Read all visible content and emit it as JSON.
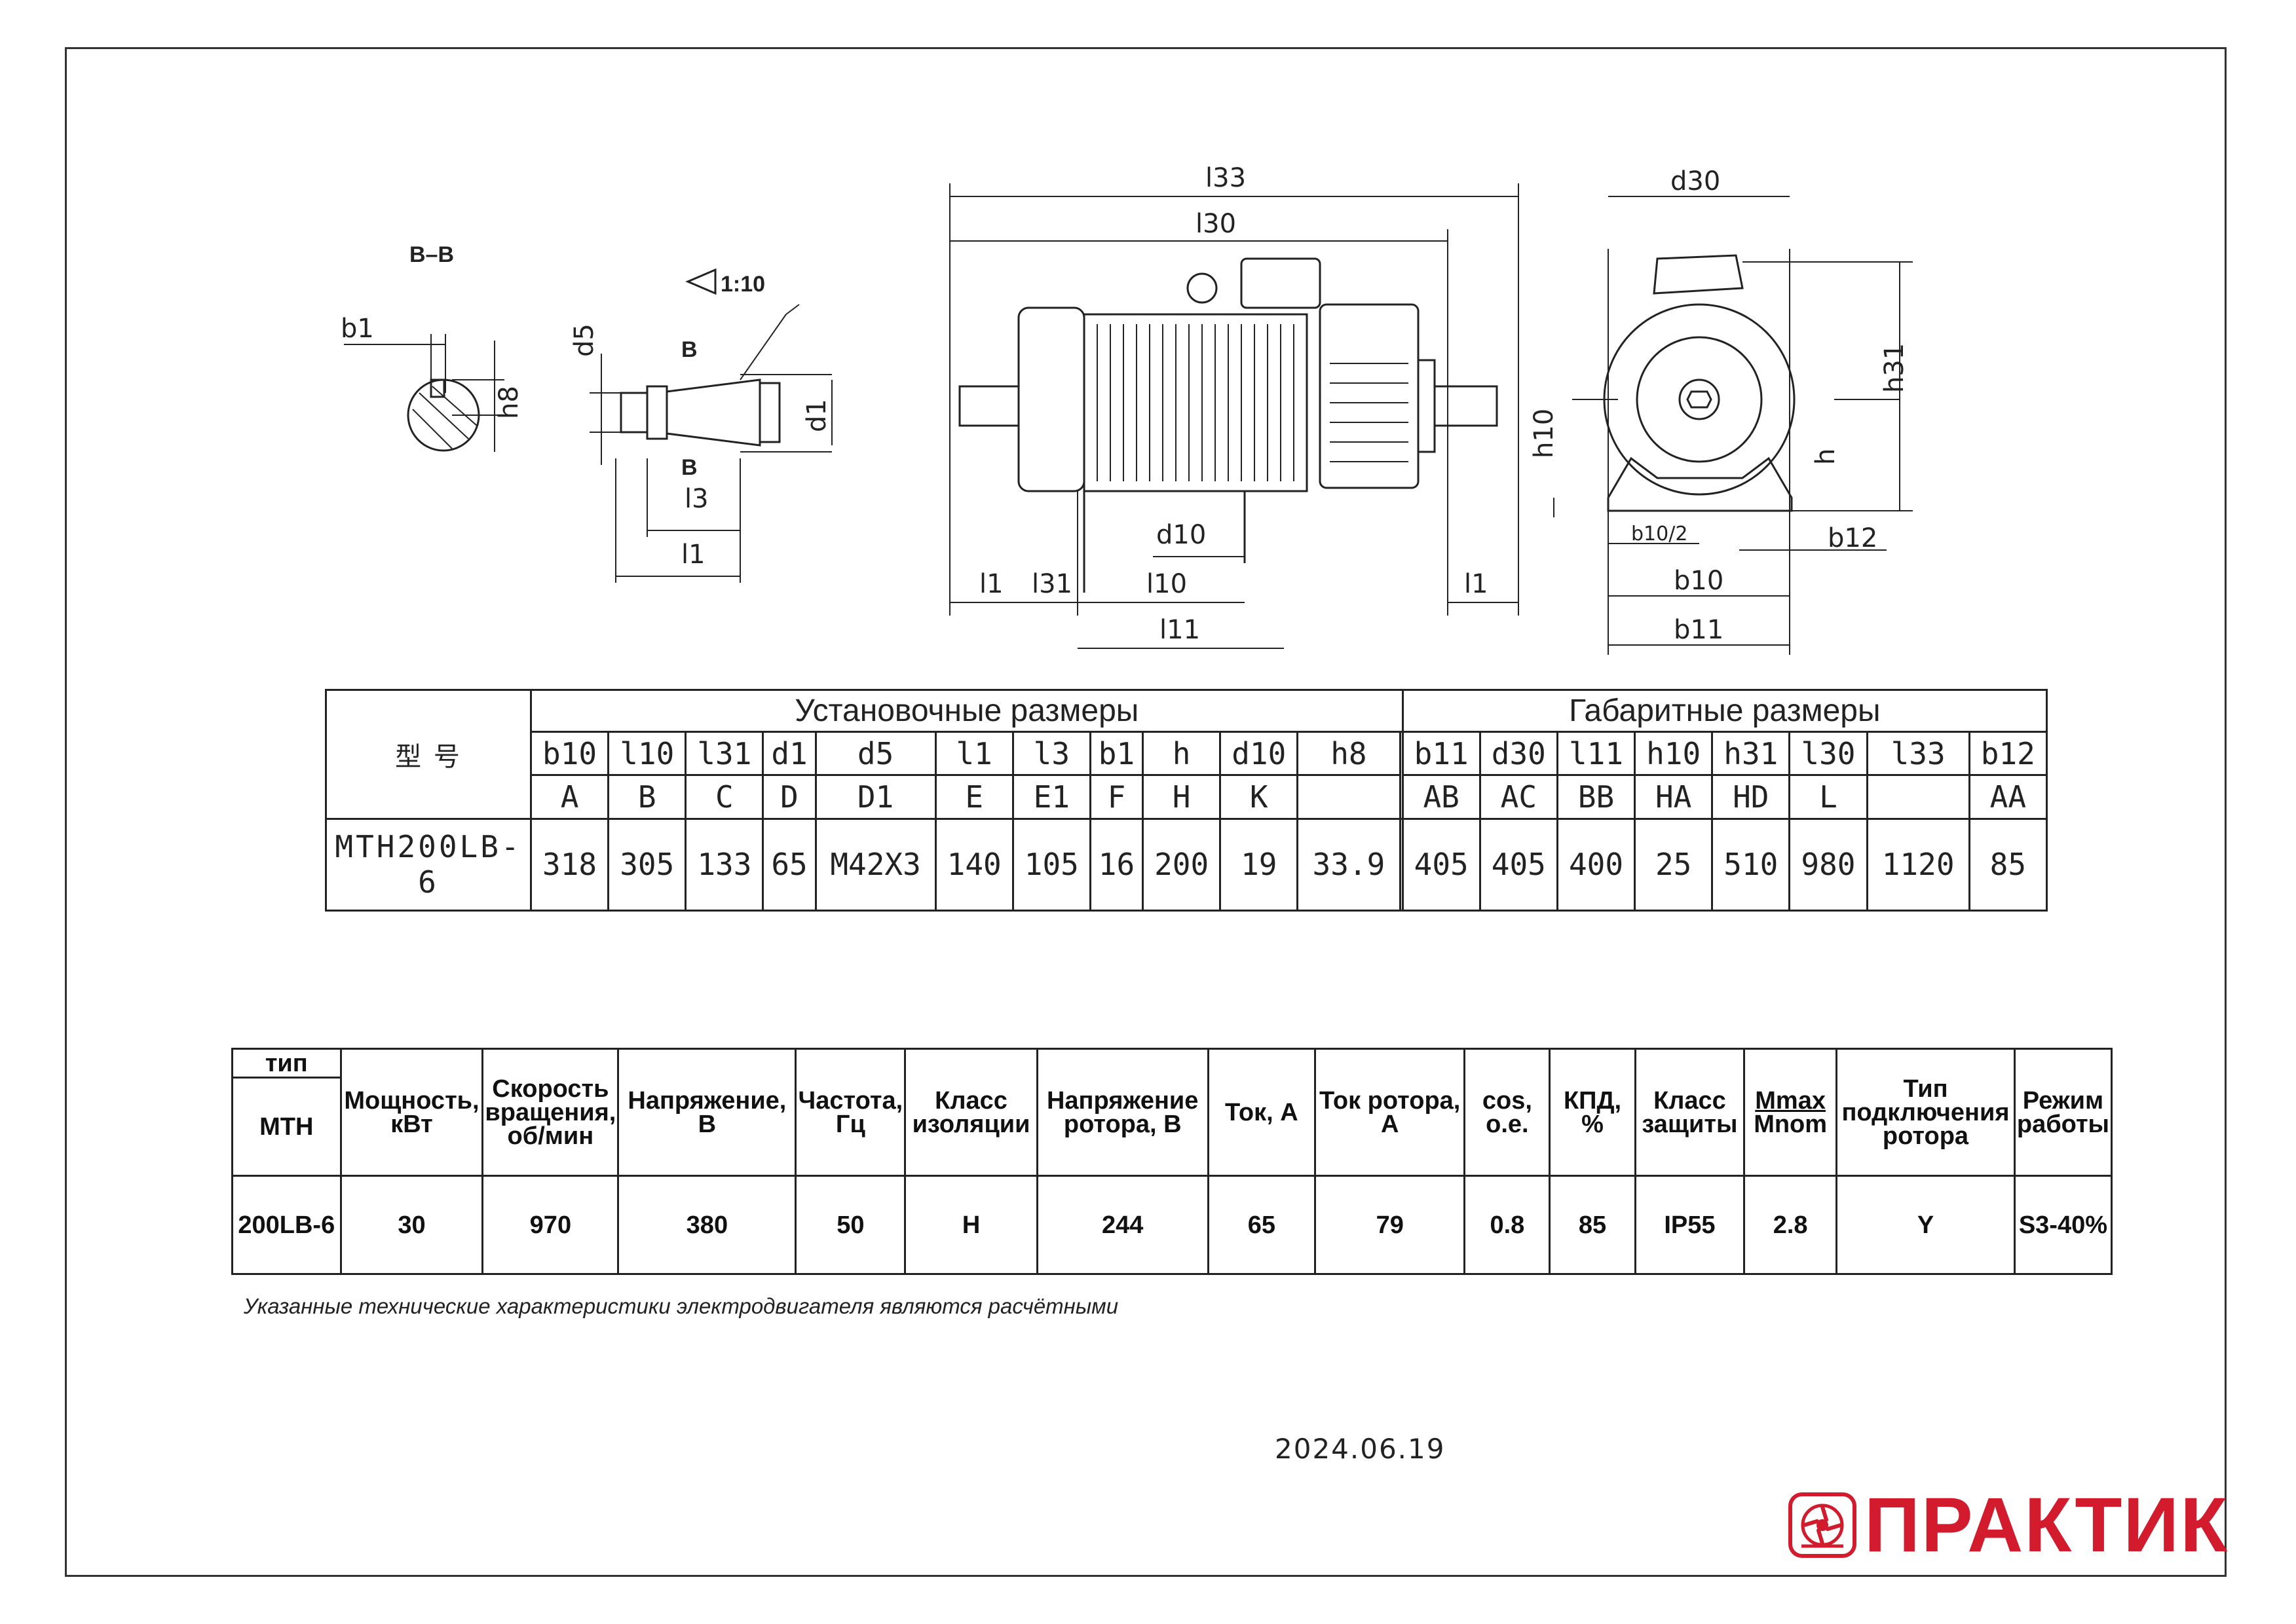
{
  "drawing": {
    "section_label": "B–B",
    "taper_label": "1:10",
    "dim_labels": {
      "b1": "b1",
      "h8": "h8",
      "d5": "d5",
      "d1": "d1",
      "l3": "l3",
      "l1": "l1",
      "B": "B",
      "l33": "l33",
      "l30": "l30",
      "d10": "d10",
      "l31": "l31",
      "l10": "l10",
      "l11": "l11",
      "d30": "d30",
      "h31": "h31",
      "h10": "h10",
      "h": "h",
      "b10_2": "b10/2",
      "b12": "b12",
      "b10": "b10",
      "b11": "b11"
    }
  },
  "dimensions_table": {
    "model_header": "型 号",
    "group_install": "Установочные размеры",
    "group_overall": "Габаритные размеры",
    "install_codes": [
      "b10",
      "l10",
      "l31",
      "d1",
      "d5",
      "l1",
      "l3",
      "b1",
      "h",
      "d10",
      "h8",
      ""
    ],
    "install_letters": [
      "A",
      "B",
      "C",
      "D",
      "D1",
      "E",
      "E1",
      "F",
      "H",
      "K",
      "",
      ""
    ],
    "overall_codes": [
      "b11",
      "d30",
      "l11",
      "h10",
      "h31",
      "l30",
      "l33",
      "b12"
    ],
    "overall_letters": [
      "AB",
      "AC",
      "BB",
      "HA",
      "HD",
      "L",
      "",
      "AA"
    ],
    "model": "MTH200LB-6",
    "install_values": [
      "318",
      "305",
      "133",
      "65",
      "M42X3",
      "140",
      "105",
      "16",
      "200",
      "19",
      "33.9",
      ""
    ],
    "overall_values": [
      "405",
      "405",
      "400",
      "25",
      "510",
      "980",
      "1120",
      "85"
    ]
  },
  "spec_table": {
    "type_label": "тип",
    "type_code": "МТН",
    "headers": {
      "power": "Мощность, кВт",
      "speed": "Скорость вращения, об/мин",
      "voltage": "Напряжение, В",
      "frequency": "Частота, Гц",
      "insulation": "Класс изоляции",
      "rotor_voltage": "Напряжение ротора, В",
      "current": "Ток, А",
      "rotor_current": "Ток ротора, А",
      "cos": "cos, о.е.",
      "efficiency": "КПД, %",
      "protection": "Класс защиты",
      "mmax": "Mmax",
      "mnom": "Mnom",
      "rotor_connection": "Тип подключения ротора",
      "duty": "Режим работы"
    },
    "values": {
      "type": "200LB-6",
      "power": "30",
      "speed": "970",
      "voltage": "380",
      "frequency": "50",
      "insulation": "H",
      "rotor_voltage": "244",
      "current": "65",
      "rotor_current": "79",
      "cos": "0.8",
      "efficiency": "85",
      "protection": "IP55",
      "torque_ratio": "2.8",
      "rotor_connection": "Y",
      "duty": "S3-40%"
    }
  },
  "note": "Указанные технические характеристики электродвигателя являются расчётными",
  "date": "2024.06.19",
  "brand": {
    "name": "ПРАКТИК",
    "color": "#d21b2c",
    "icon": "turbine-logo-icon"
  }
}
